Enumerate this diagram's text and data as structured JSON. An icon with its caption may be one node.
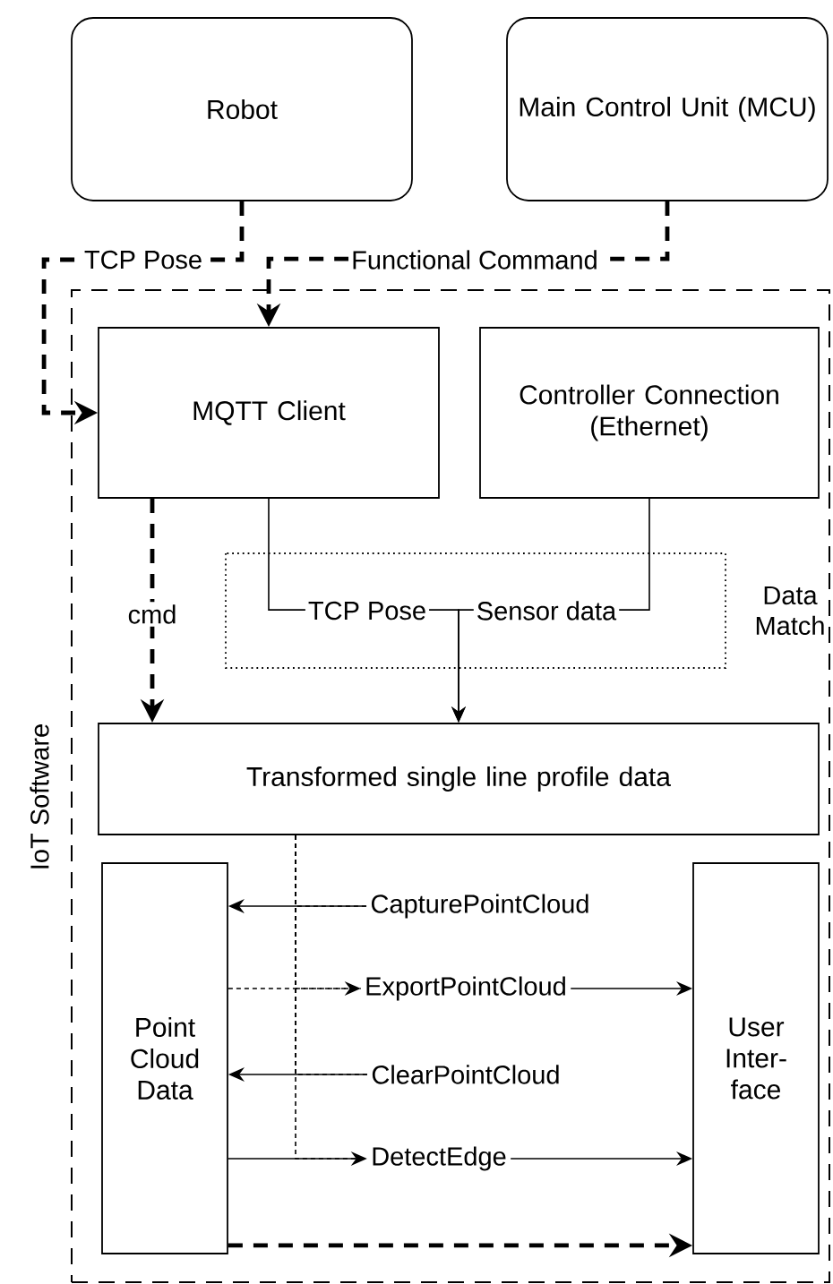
{
  "diagram": {
    "nodes": [
      {
        "text": [
          "Robot"
        ]
      },
      {
        "text": [
          "Main Control Unit (MCU)"
        ]
      },
      {
        "text": [
          "IoT Software"
        ]
      },
      {
        "text": [
          "MQTT Client"
        ],
        "in": 2
      },
      {
        "text": [
          "Controller Connection (Ethernet)"
        ],
        "in": 2
      },
      {
        "text": [
          "Transformed single line profile data"
        ],
        "in": 2
      },
      {
        "text": [
          "Point Cloud Data"
        ],
        "in": 2
      },
      {
        "text": [
          "User Inter- face"
        ],
        "in": 2
      },
      {
        "text": [
          "CapturePointCloud"
        ],
        "in": 2
      },
      {
        "text": [
          "ExportPointCloud"
        ],
        "in": 2
      },
      {
        "text": [
          "ClearPointCloud"
        ],
        "in": 2
      },
      {
        "text": [
          "DetectEdge"
        ],
        "in": 2
      }
    ],
    "edges": [
      {
        "from": 0,
        "to": 3,
        "arrow": "to",
        "label": "TCP Pose",
        "style": "dashed"
      },
      {
        "from": 1,
        "to": 3,
        "arrow": "to",
        "label": "Functional Command",
        "style": "dashed"
      },
      {
        "from": 3,
        "to": 5,
        "arrow": "to",
        "label": "cmd",
        "style": "dashed"
      },
      {
        "from": 3,
        "to": 5,
        "arrow": "to",
        "label": "TCP Pose"
      },
      {
        "from": 4,
        "to": 5,
        "arrow": "to",
        "label": "Sensor data"
      },
      {
        "from": 5,
        "to": 8,
        "arrow": "none",
        "style": "dashed"
      },
      {
        "from": 5,
        "to": 9,
        "arrow": "none",
        "style": "dashed"
      },
      {
        "from": 5,
        "to": 10,
        "arrow": "none",
        "style": "dashed"
      },
      {
        "from": 5,
        "to": 11,
        "arrow": "none",
        "style": "dashed"
      },
      {
        "from": 8,
        "to": 6,
        "arrow": "to"
      },
      {
        "from": 6,
        "to": 9,
        "arrow": "to",
        "style": "dashed"
      },
      {
        "from": 9,
        "to": 7,
        "arrow": "to"
      },
      {
        "from": 10,
        "to": 6,
        "arrow": "to"
      },
      {
        "from": 6,
        "to": 11,
        "arrow": "to"
      },
      {
        "from": 11,
        "to": 7,
        "arrow": "to"
      },
      {
        "from": 6,
        "to": 7,
        "arrow": "to",
        "style": "dashed"
      }
    ],
    "labels": [
      "Data Match"
    ]
  }
}
